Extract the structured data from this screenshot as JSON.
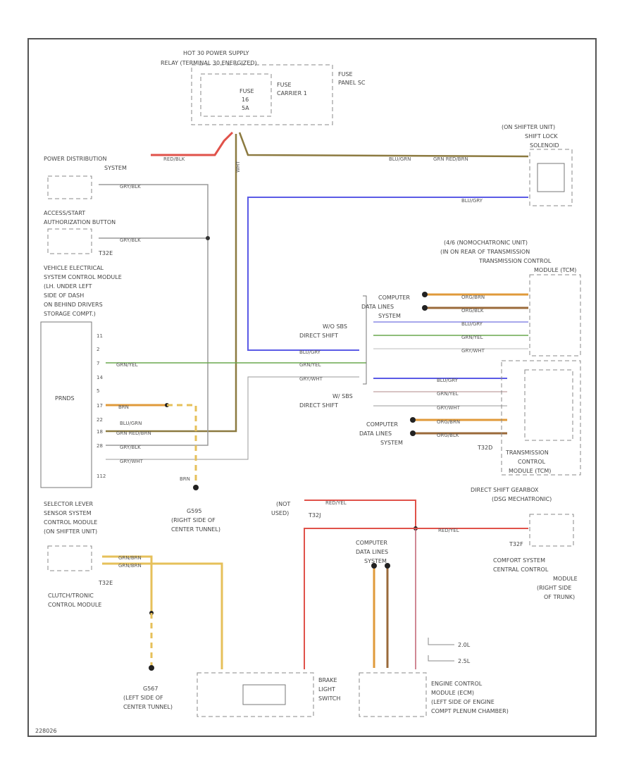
{
  "labels": {
    "hot_supply": [
      "HOT 30 POWER SUPPLY",
      "RELAY (TERMINAL 30 ENERGIZED)"
    ],
    "fuse_panel": [
      "FUSE",
      "PANEL SC"
    ],
    "fuse_carrier": [
      "FUSE",
      "CARRIER 1"
    ],
    "fuse_id": [
      "FUSE",
      "16",
      "5A"
    ],
    "power_dist": [
      "POWER DISTRIBUTION",
      "SYSTEM"
    ],
    "access_start": [
      "ACCESS/START",
      "AUTHORIZATION BUTTON"
    ],
    "vescm": [
      "VEHICLE ELECTRICAL",
      "SYSTEM CONTROL MODULE",
      "(LH. UNDER LEFT",
      "SIDE OF DASH",
      "ON BEHIND DRIVERS",
      "STORAGE COMPT.)"
    ],
    "prnds": "PRNDS",
    "g595": [
      "G595",
      "(RIGHT SIDE OF",
      "CENTER TUNNEL)"
    ],
    "selector": [
      "SELECTOR LEVER",
      "SENSOR SYSTEM",
      "CONTROL MODULE",
      "(ON SHIFTER UNIT)"
    ],
    "clutch": [
      "CLUTCH/TRONIC",
      "CONTROL MODULE"
    ],
    "g567": [
      "G567",
      "(LEFT SIDE OF",
      "CENTER TUNNEL)"
    ],
    "brake": [
      "BRAKE",
      "LIGHT",
      "SWITCH"
    ],
    "engine": [
      "ENGINE CONTROL",
      "MODULE (ECM)",
      "(LEFT SIDE OF ENGINE",
      "COMPT PLENUM CHAMBER)"
    ],
    "shift_lock": [
      "(ON SHIFTER UNIT)",
      "SHIFT LOCK",
      "SOLENOID"
    ],
    "trans_unit": [
      "(4/6 (NOMOCHATRONIC UNIT)",
      "(IN ON REAR OF TRANSMISSION",
      "TRANSMISSION CONTROL",
      "MODULE (TCM)"
    ],
    "tcm": [
      "TRANSMISSION",
      "CONTROL",
      "MODULE (TCM)"
    ],
    "dsg_header": [
      "DIRECT SHIFT GEARBOX",
      "(DSG MECHATRONIC)"
    ],
    "comfort": [
      "COMFORT SYSTEM",
      "CENTRAL CONTROL",
      "MODULE",
      "(RIGHT SIDE",
      "OF TRUNK)"
    ],
    "comp_data": [
      "COMPUTER",
      "DATA LINES",
      "SYSTEM"
    ],
    "comp_data_bot": [
      "COMPUTER",
      "DATA LINES",
      "SYSTEM"
    ],
    "comp_data_low": [
      "COMPUTER",
      "DATA LINES",
      "SYSTEM"
    ],
    "direct_shift_a": [
      "W/O SBS",
      "DIRECT SHIFT"
    ],
    "direct_shift_b": [
      "W/ SBS",
      "DIRECT SHIFT"
    ],
    "not_used": [
      "(NOT",
      "USED)"
    ],
    "eng_opts": [
      "2.0L",
      "2.5L"
    ],
    "conn": {
      "t32e": "T32E",
      "t32j": "T32J",
      "t32d": "T32D",
      "t32e2": "T32E",
      "t32f": "T32F"
    },
    "pins": [
      "11",
      "2",
      "7",
      "14",
      "5",
      "17",
      "22",
      "18",
      "28",
      "112"
    ],
    "footer": "228026"
  },
  "wires": {
    "red_blk": "RED/BLK",
    "blu_grn": "BLU/GRN",
    "grn_red": "GRN RED/BRN",
    "gry_blk": "GRY/BLK",
    "blu_gry": "BLU/GRY",
    "org_brn": "ORG/BRN",
    "org_blk": "ORG/BLK",
    "grn_yel": "GRN/YEL",
    "gry_wht": "GRY/WHT",
    "brn": "BRN",
    "red_yel": "RED/YEL",
    "grn_brn": "GRN/BRN",
    "wht": "WHT"
  },
  "colors": {
    "red": "#e0524a",
    "olive": "#8c7a40",
    "blue": "#5a5ae6",
    "orange": "#e09a3a",
    "brown": "#9a6a3a",
    "green": "#6aa84f",
    "gray": "#9a9a9a",
    "yellow": "#e6c05a"
  }
}
